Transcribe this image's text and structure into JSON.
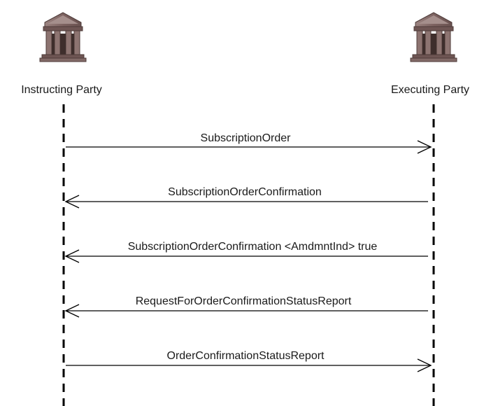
{
  "participants": [
    {
      "id": "instructing",
      "name": "Instructing Party",
      "icon": "bank-building-icon"
    },
    {
      "id": "executing",
      "name": "Executing Party",
      "icon": "bank-building-icon"
    }
  ],
  "messages": [
    {
      "label": "SubscriptionOrder",
      "from": "instructing",
      "to": "executing"
    },
    {
      "label": "SubscriptionOrderConfirmation",
      "from": "executing",
      "to": "instructing"
    },
    {
      "label": "SubscriptionOrderConfirmation <AmdmntInd>  true",
      "from": "executing",
      "to": "instructing"
    },
    {
      "label": "RequestForOrderConfirmationStatusReport",
      "from": "executing",
      "to": "instructing"
    },
    {
      "label": "OrderConfirmationStatusReport",
      "from": "instructing",
      "to": "executing"
    }
  ],
  "colors": {
    "building_stone": "#8a6f6c",
    "building_dark": "#5e4846",
    "building_light": "#b9a7a4",
    "line": "#000000",
    "text": "#1a1a1a"
  }
}
